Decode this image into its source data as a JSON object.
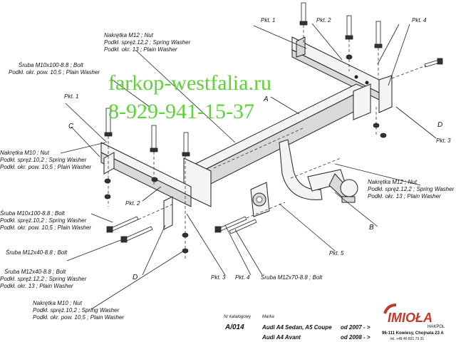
{
  "watermark": {
    "site": "farkop-westfalia.ru",
    "phone": "8-929-941-15-37"
  },
  "callouts": {
    "nut_m12_top": [
      "Nakrętka  M12 ; Nut",
      "Podkł. spręż.12,2 ; Spring Washer",
      "Podkł. okr. 13 ; Plain Washer"
    ],
    "bolt_m10_top": [
      "Śruba M10x100-8.8 ;  Bolt",
      "Podkł. okr. pow. 10,5 ; Plain Washer"
    ],
    "nut_m10_left": [
      "Nakrętka  M10 ; Nut",
      "Podkł. spręż.10,2 ; Spring Washer",
      "Podkł. okr. pow. 10,5 ; Plain Washer"
    ],
    "bolt_m10_mid": [
      "Śruba M10x100-8.8 ;  Bolt",
      "Podkł. spręż.10,2 ; Spring Washer",
      "Podkł. okr. pow. 10,5 ; Plain Washer"
    ],
    "bolt_m12x40": [
      "Śruba M12x40-8.8 ;  Bolt"
    ],
    "bolt_m12x40_full": [
      "Śruba M12x40-8.8 ;  Bolt",
      "Podkł. spręż.12,2 ; Spring Washer",
      "Podkł. okr. 13 ; Plain Washer"
    ],
    "nut_m10_bottom": [
      "Nakrętka  M10 ; Nut",
      "Podkł. spręż.10,2 ; Spring Washer",
      "Podkł. okr. pow. 10,5 ; Plain Washer"
    ],
    "nut_m12_right": [
      "Nakrętka  M12 ; Nut",
      "Podkł. spręż.12,2 ; Spring Washer",
      "Podkł. okr. 13 ; Plain Washer"
    ],
    "bolt_m12x70": "Śruba M12x70-8.8 ;  Bolt"
  },
  "labels": {
    "pkt1_top": "Pkt. 1",
    "pkt2_top": "Pkt. 2",
    "pkt4_top": "Pkt. 4",
    "pkt1_left": "Pkt. 1",
    "pkt2_left": "Pkt. 2",
    "pkt3_right": "Pkt. 3",
    "pkt3_bottom": "Pkt. 3",
    "pkt4_bottom": "Pkt. 4",
    "pkt5": "Pkt. 5",
    "A": "A",
    "B": "B",
    "C": "C",
    "D_left": "D",
    "D_right": "D"
  },
  "footer": {
    "catalog_label": "Nr katalogowy",
    "catalog_number": "A/014",
    "brand_label": "Marka",
    "model1": "Audi A4 Sedan, A5 Coupe",
    "model1_year": "od 2007 - >",
    "model2": "Audi A4 Avant",
    "model2_year": "od 2008 - >"
  },
  "logo": {
    "name": "IMIOŁA",
    "sub": "HAKPOL",
    "address": "96-111 Kowiesy, Chojnata 23 A",
    "phone": "tel. +48 46 831 73 31"
  }
}
